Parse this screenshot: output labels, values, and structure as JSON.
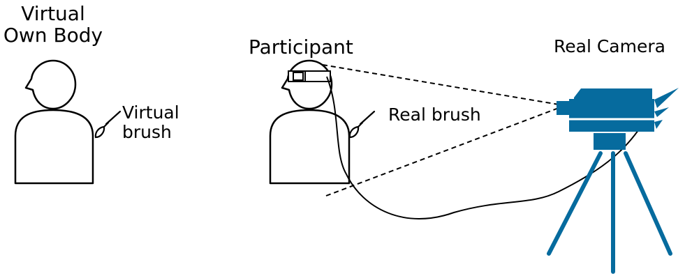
{
  "labels": {
    "virtual_own_body": [
      "Virtual",
      "Own Body"
    ],
    "participant": "Participant",
    "real_camera": "Real Camera",
    "virtual_brush": [
      "Virtual",
      "brush"
    ],
    "real_brush": "Real brush"
  },
  "colors": {
    "camera": "#066b9e",
    "outline": "#000000",
    "background": "#ffffff"
  }
}
